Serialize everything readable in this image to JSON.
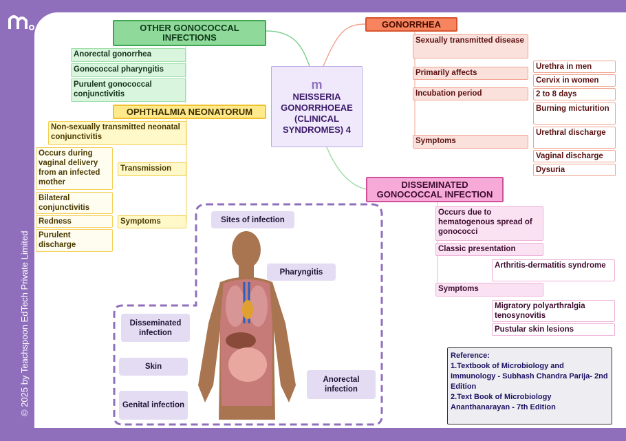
{
  "copyright": "© 2025 by Teachspoon EdTech Private Limited",
  "center": {
    "title": "NEISSERIA GONORRHOEAE (CLINICAL SYNDROMES) 4"
  },
  "other": {
    "title": "OTHER GONOCOCCAL INFECTIONS",
    "items": [
      "Anorectal gonorrhea",
      "Gonococcal pharyngitis",
      "Purulent gonococcal conjunctivitis"
    ]
  },
  "ophthalmia": {
    "title": "OPHTHALMIA NEONATORUM",
    "definition": "Non-sexually transmitted neonatal conjunctivitis",
    "transmission": "Transmission",
    "transmission_detail": "Occurs during vaginal delivery from an infected mother",
    "symptoms": "Symptoms",
    "symptom_items": [
      "Bilateral conjunctivitis",
      "Redness",
      "Purulent discharge"
    ]
  },
  "gonorrhea": {
    "title": "GONORRHEA",
    "items": [
      "Sexually transmitted disease",
      "Primarily affects",
      "Incubation period",
      "Symptoms"
    ],
    "affects": [
      "Urethra in men",
      "Cervix in women"
    ],
    "incubation": "2 to 8 days",
    "symptom_items": [
      "Burning micturition",
      "Urethral discharge",
      "Vaginal discharge",
      "Dysuria"
    ]
  },
  "dgi": {
    "title": "DISSEMINATED GONOCOCCAL INFECTION",
    "items": [
      "Occurs due to hematogenous spread of gonococci",
      "Classic presentation",
      "Symptoms"
    ],
    "classic": "Arthritis-dermatitis syndrome",
    "symptom_items": [
      "Migratory polyarthralgia tenosynovitis",
      "Pustular skin lesions"
    ]
  },
  "sites": {
    "title": "Sites of infection",
    "labels": [
      "Pharyngitis",
      "Disseminated infection",
      "Skin",
      "Genital infection",
      "Anorectal infection"
    ]
  },
  "reference": {
    "heading": "Reference:",
    "items": [
      "1.Textbook of Microbiology and Immunology - Subhash Chandra Parija- 2nd Edition",
      "2.Text Book of Microbiology Ananthanarayan - 7th Edition"
    ]
  }
}
